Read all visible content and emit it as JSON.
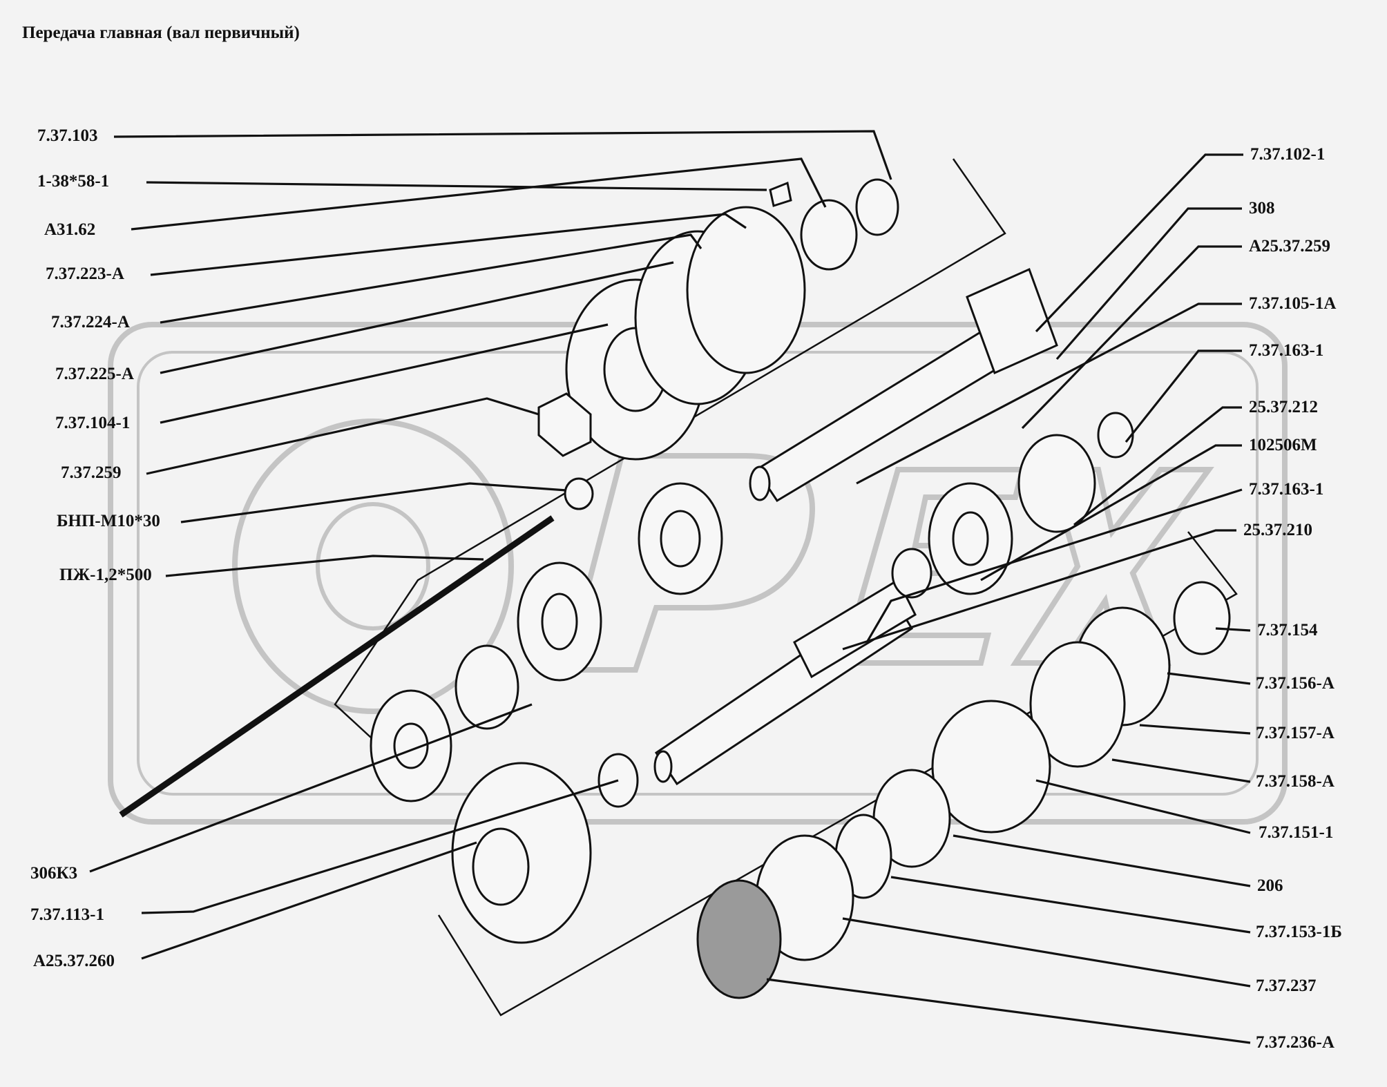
{
  "title": "Передача главная (вал первичный)",
  "callouts_left": [
    {
      "id": "L1",
      "label": "7.37.103"
    },
    {
      "id": "L2",
      "label": "1-38*58-1"
    },
    {
      "id": "L3",
      "label": "А31.62"
    },
    {
      "id": "L4",
      "label": "7.37.223-А"
    },
    {
      "id": "L5",
      "label": "7.37.224-А"
    },
    {
      "id": "L6",
      "label": "7.37.225-А"
    },
    {
      "id": "L7",
      "label": "7.37.104-1"
    },
    {
      "id": "L8",
      "label": "7.37.259"
    },
    {
      "id": "L9",
      "label": "БНП-М10*30"
    },
    {
      "id": "L10",
      "label": "ПЖ-1,2*500"
    },
    {
      "id": "L11",
      "label": "306К3"
    },
    {
      "id": "L12",
      "label": "7.37.113-1"
    },
    {
      "id": "L13",
      "label": "А25.37.260"
    }
  ],
  "callouts_right": [
    {
      "id": "R1",
      "label": "7.37.102-1"
    },
    {
      "id": "R2",
      "label": "308"
    },
    {
      "id": "R3",
      "label": "А25.37.259"
    },
    {
      "id": "R4",
      "label": "7.37.105-1А"
    },
    {
      "id": "R5",
      "label": "7.37.163-1"
    },
    {
      "id": "R6",
      "label": "25.37.212"
    },
    {
      "id": "R7",
      "label": "102506М"
    },
    {
      "id": "R8",
      "label": "7.37.163-1"
    },
    {
      "id": "R9",
      "label": "25.37.210"
    },
    {
      "id": "R10",
      "label": "7.37.154"
    },
    {
      "id": "R11",
      "label": "7.37.156-А"
    },
    {
      "id": "R12",
      "label": "7.37.157-А"
    },
    {
      "id": "R13",
      "label": "7.37.158-А"
    },
    {
      "id": "R14",
      "label": "7.37.151-1"
    },
    {
      "id": "R15",
      "label": "206"
    },
    {
      "id": "R16",
      "label": "7.37.153-1Б"
    },
    {
      "id": "R17",
      "label": "7.37.237"
    },
    {
      "id": "R18",
      "label": "7.37.236-А"
    }
  ]
}
